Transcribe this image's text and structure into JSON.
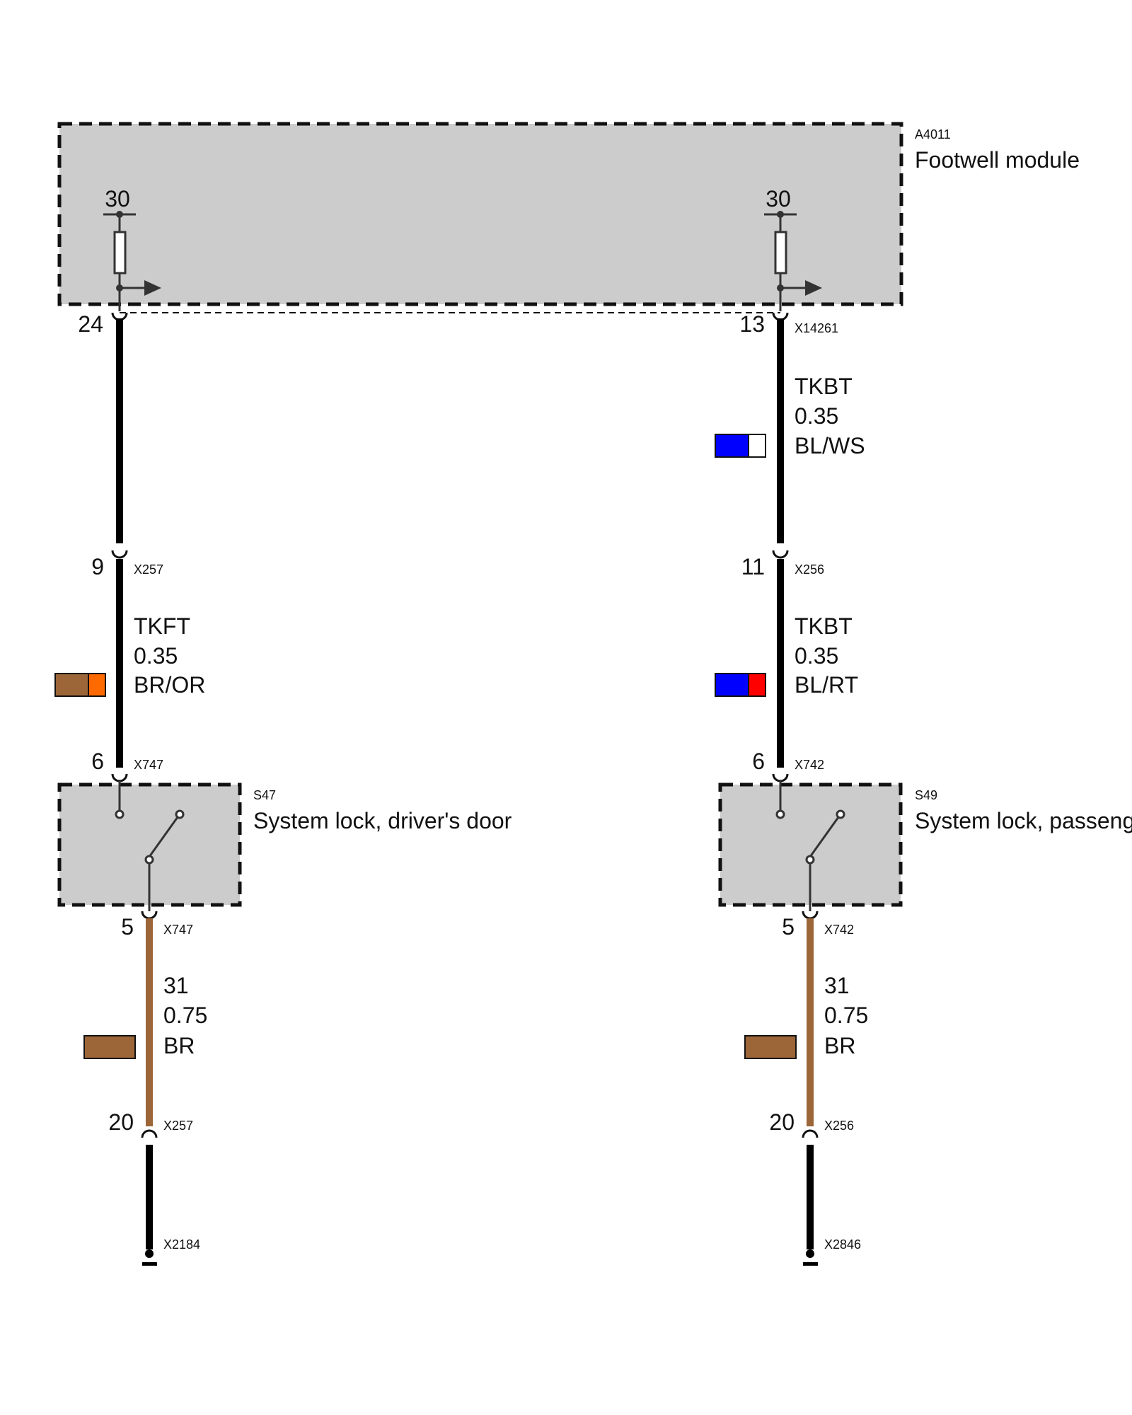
{
  "colors": {
    "module_fill": "#cccccc",
    "black_wire": "#000000",
    "brown": "#9c6638",
    "blue": "#0000ff",
    "white": "#ffffff",
    "orange": "#ff6a00",
    "red": "#ff0000"
  },
  "module": {
    "id": "A4011",
    "name": "Footwell module",
    "terminal_left": "30",
    "terminal_right": "30"
  },
  "left": {
    "pin_top": "24",
    "segment1": {
      "pin": "9",
      "connector": "X257",
      "code": "TKFT",
      "size": "0.35",
      "color_code": "BR/OR"
    },
    "switch": {
      "pin_in": "6",
      "connector_in": "X747",
      "id": "S47",
      "name": "System lock, driver's door",
      "pin_out": "5",
      "connector_out": "X747"
    },
    "segment2": {
      "code": "31",
      "size": "0.75",
      "color_code": "BR"
    },
    "bottom": {
      "pin": "20",
      "connector": "X257",
      "ground": "X2184"
    }
  },
  "right": {
    "pin_top": "13",
    "connector_top": "X14261",
    "segment0": {
      "code": "TKBT",
      "size": "0.35",
      "color_code": "BL/WS"
    },
    "segment1": {
      "pin": "11",
      "connector": "X256",
      "code": "TKBT",
      "size": "0.35",
      "color_code": "BL/RT"
    },
    "switch": {
      "pin_in": "6",
      "connector_in": "X742",
      "id": "S49",
      "name": "System lock, passenger's door",
      "pin_out": "5",
      "connector_out": "X742"
    },
    "segment2": {
      "code": "31",
      "size": "0.75",
      "color_code": "BR"
    },
    "bottom": {
      "pin": "20",
      "connector": "X256",
      "ground": "X2846"
    }
  }
}
